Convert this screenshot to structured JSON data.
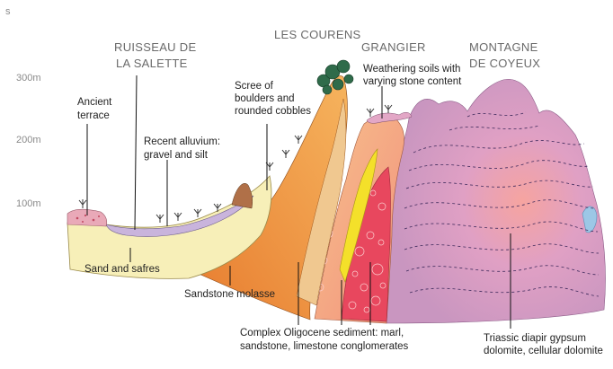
{
  "corner_mark": "s",
  "altitude_labels": [
    "300m",
    "200m",
    "100m"
  ],
  "regions": {
    "salette_line1": "RUISSEAU DE",
    "salette_line2": "LA SALETTE",
    "courens": "LES COURENS",
    "grangier": "GRANGIER",
    "coyeux_line1": "MONTAGNE",
    "coyeux_line2": "DE COYEUX"
  },
  "annotations": {
    "terrace_line1": "Ancient",
    "terrace_line2": "terrace",
    "alluvium_line1": "Recent alluvium:",
    "alluvium_line2": "gravel and silt",
    "scree_line1": "Scree of",
    "scree_line2": "boulders and",
    "scree_line3": "rounded cobbles",
    "soils_line1": "Weathering soils with",
    "soils_line2": "varying stone content",
    "sand": "Sand and safres",
    "molasse": "Sandstone molasse",
    "oligocene_line1": "Complex Oligocene sediment: marl,",
    "oligocene_line2": "sandstone, limestone conglomerates",
    "triassic_line1": "Triassic diapir gypsum",
    "triassic_line2": "dolomite, cellular dolomite"
  },
  "colors": {
    "sand": "#f7efb8",
    "alluvium": "#c9b4dc",
    "terrace": "#e9a9b8",
    "molasse_dark": "#e07a30",
    "molasse_light": "#f2b466",
    "oligocene": "#f4a08c",
    "conglomerate": "#e8455c",
    "yellow_band": "#f4e02a",
    "gypsum": "#d49bc0",
    "gypsum_core": "#f0a0a0",
    "vegetation": "#2f6b4a",
    "blue_pocket": "#9cc7e6"
  }
}
